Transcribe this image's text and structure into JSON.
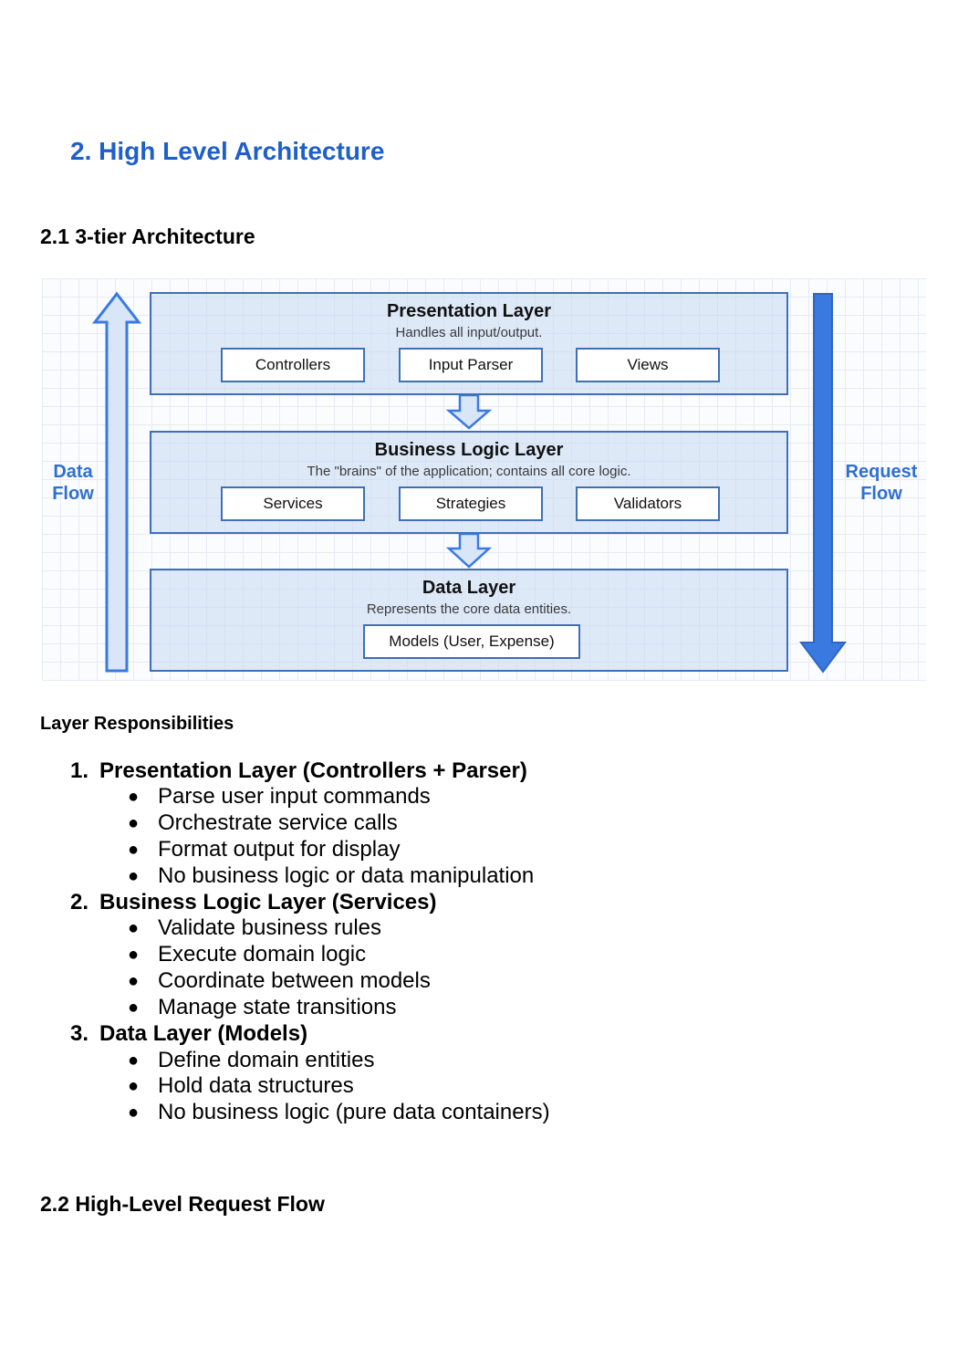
{
  "heading": "2. High Level Architecture",
  "section_1": "2.1 3-tier Architecture",
  "diagram": {
    "left_label": [
      "Data",
      "Flow"
    ],
    "right_label": [
      "Request",
      "Flow"
    ],
    "colors": {
      "accent": "#1f5fc9",
      "layer_fill": "#c6d8f2",
      "border": "#3f6fb8",
      "arrow_fill": "#3a7ae0"
    },
    "layers": [
      {
        "title": "Presentation Layer",
        "subtitle": "Handles all input/output.",
        "components": [
          "Controllers",
          "Input Parser",
          "Views"
        ]
      },
      {
        "title": "Business Logic Layer",
        "subtitle": "The \"brains\" of the application; contains all core logic.",
        "components": [
          "Services",
          "Strategies",
          "Validators"
        ]
      },
      {
        "title": "Data Layer",
        "subtitle": "Represents the core data entities.",
        "components": [
          "Models (User, Expense)"
        ]
      }
    ]
  },
  "responsibilities_heading": "Layer Responsibilities",
  "responsibilities": [
    {
      "num": "1.",
      "title": "Presentation Layer (Controllers + Parser)",
      "bullets": [
        "Parse user input commands",
        "Orchestrate service calls",
        "Format output for display",
        "No business logic or data manipulation"
      ]
    },
    {
      "num": "2.",
      "title": "Business Logic Layer (Services)",
      "bullets": [
        "Validate business rules",
        "Execute domain logic",
        "Coordinate between models",
        "Manage state transitions"
      ]
    },
    {
      "num": "3.",
      "title": "Data Layer (Models)",
      "bullets": [
        "Define domain entities",
        "Hold data structures",
        "No business logic (pure data containers)"
      ]
    }
  ],
  "section_2": "2.2 High-Level Request Flow"
}
